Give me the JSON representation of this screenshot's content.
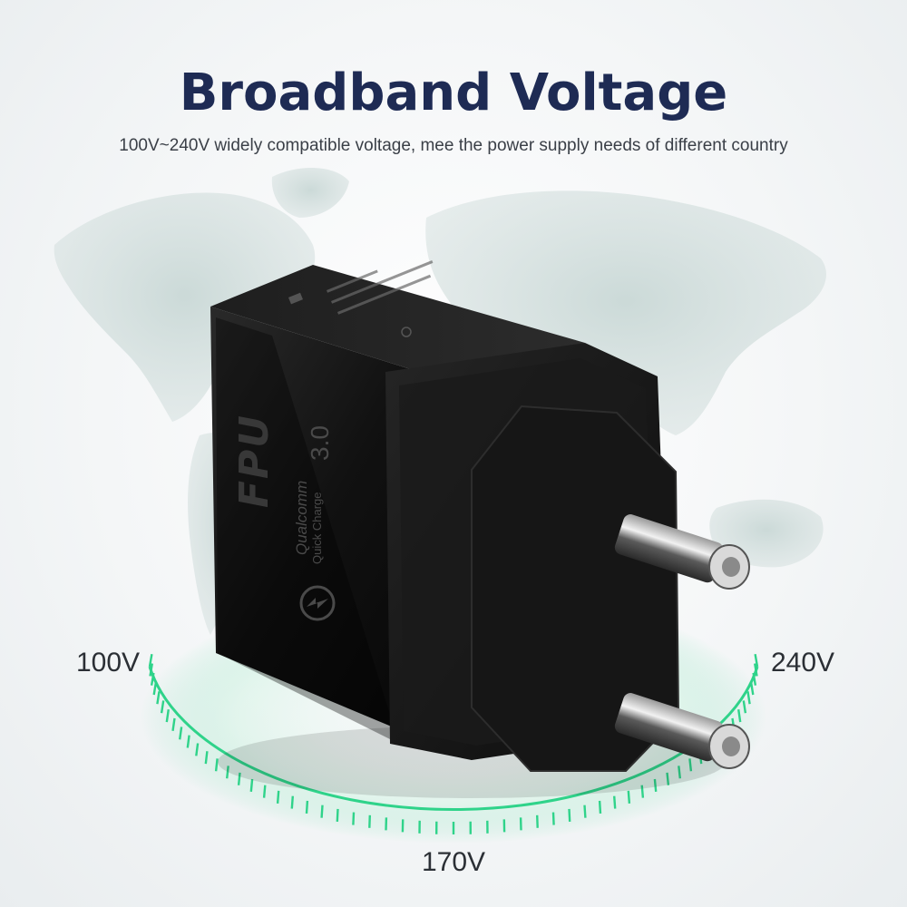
{
  "heading": {
    "title": "Broadband Voltage",
    "subtitle": "100V~240V widely compatible voltage, mee the power supply needs of different country"
  },
  "voltage_scale": {
    "min_label": "100V",
    "mid_label": "170V",
    "max_label": "240V"
  },
  "product": {
    "brand_text": "FPU",
    "badge_line1": "Qualcomm",
    "badge_line2": "Quick Charge",
    "badge_number": "3.0"
  },
  "colors": {
    "title": "#1e2b54",
    "arc_green": "#2fd38a",
    "charger_body": "#141414",
    "map_land": "#c7d6d4"
  }
}
